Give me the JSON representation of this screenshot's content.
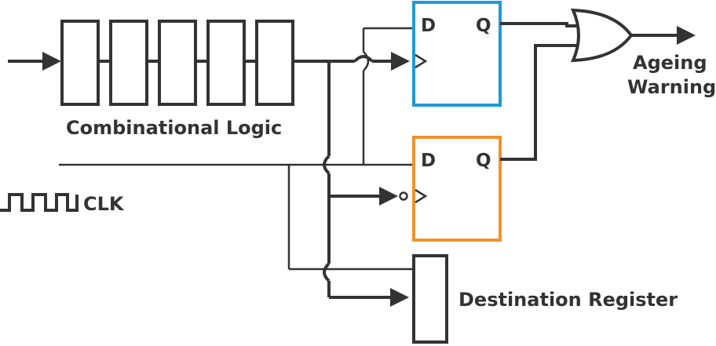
{
  "labels": {
    "combinational_logic": "Combinational Logic",
    "clk": "CLK",
    "ageing_warning_line1": "Ageing",
    "ageing_warning_line2": "Warning",
    "destination_register": "Destination Register"
  },
  "flipflops": {
    "main": {
      "d": "D",
      "q": "Q"
    },
    "shadow": {
      "d": "D",
      "q": "Q"
    }
  },
  "colors": {
    "wire": "#333333",
    "main_flipflop_border": "#1e9ad6",
    "shadow_flipflop_border": "#f0922b",
    "background": "#ffffff"
  },
  "icons": {
    "clock": "square-wave-icon",
    "or_gate": "or-gate-icon"
  }
}
